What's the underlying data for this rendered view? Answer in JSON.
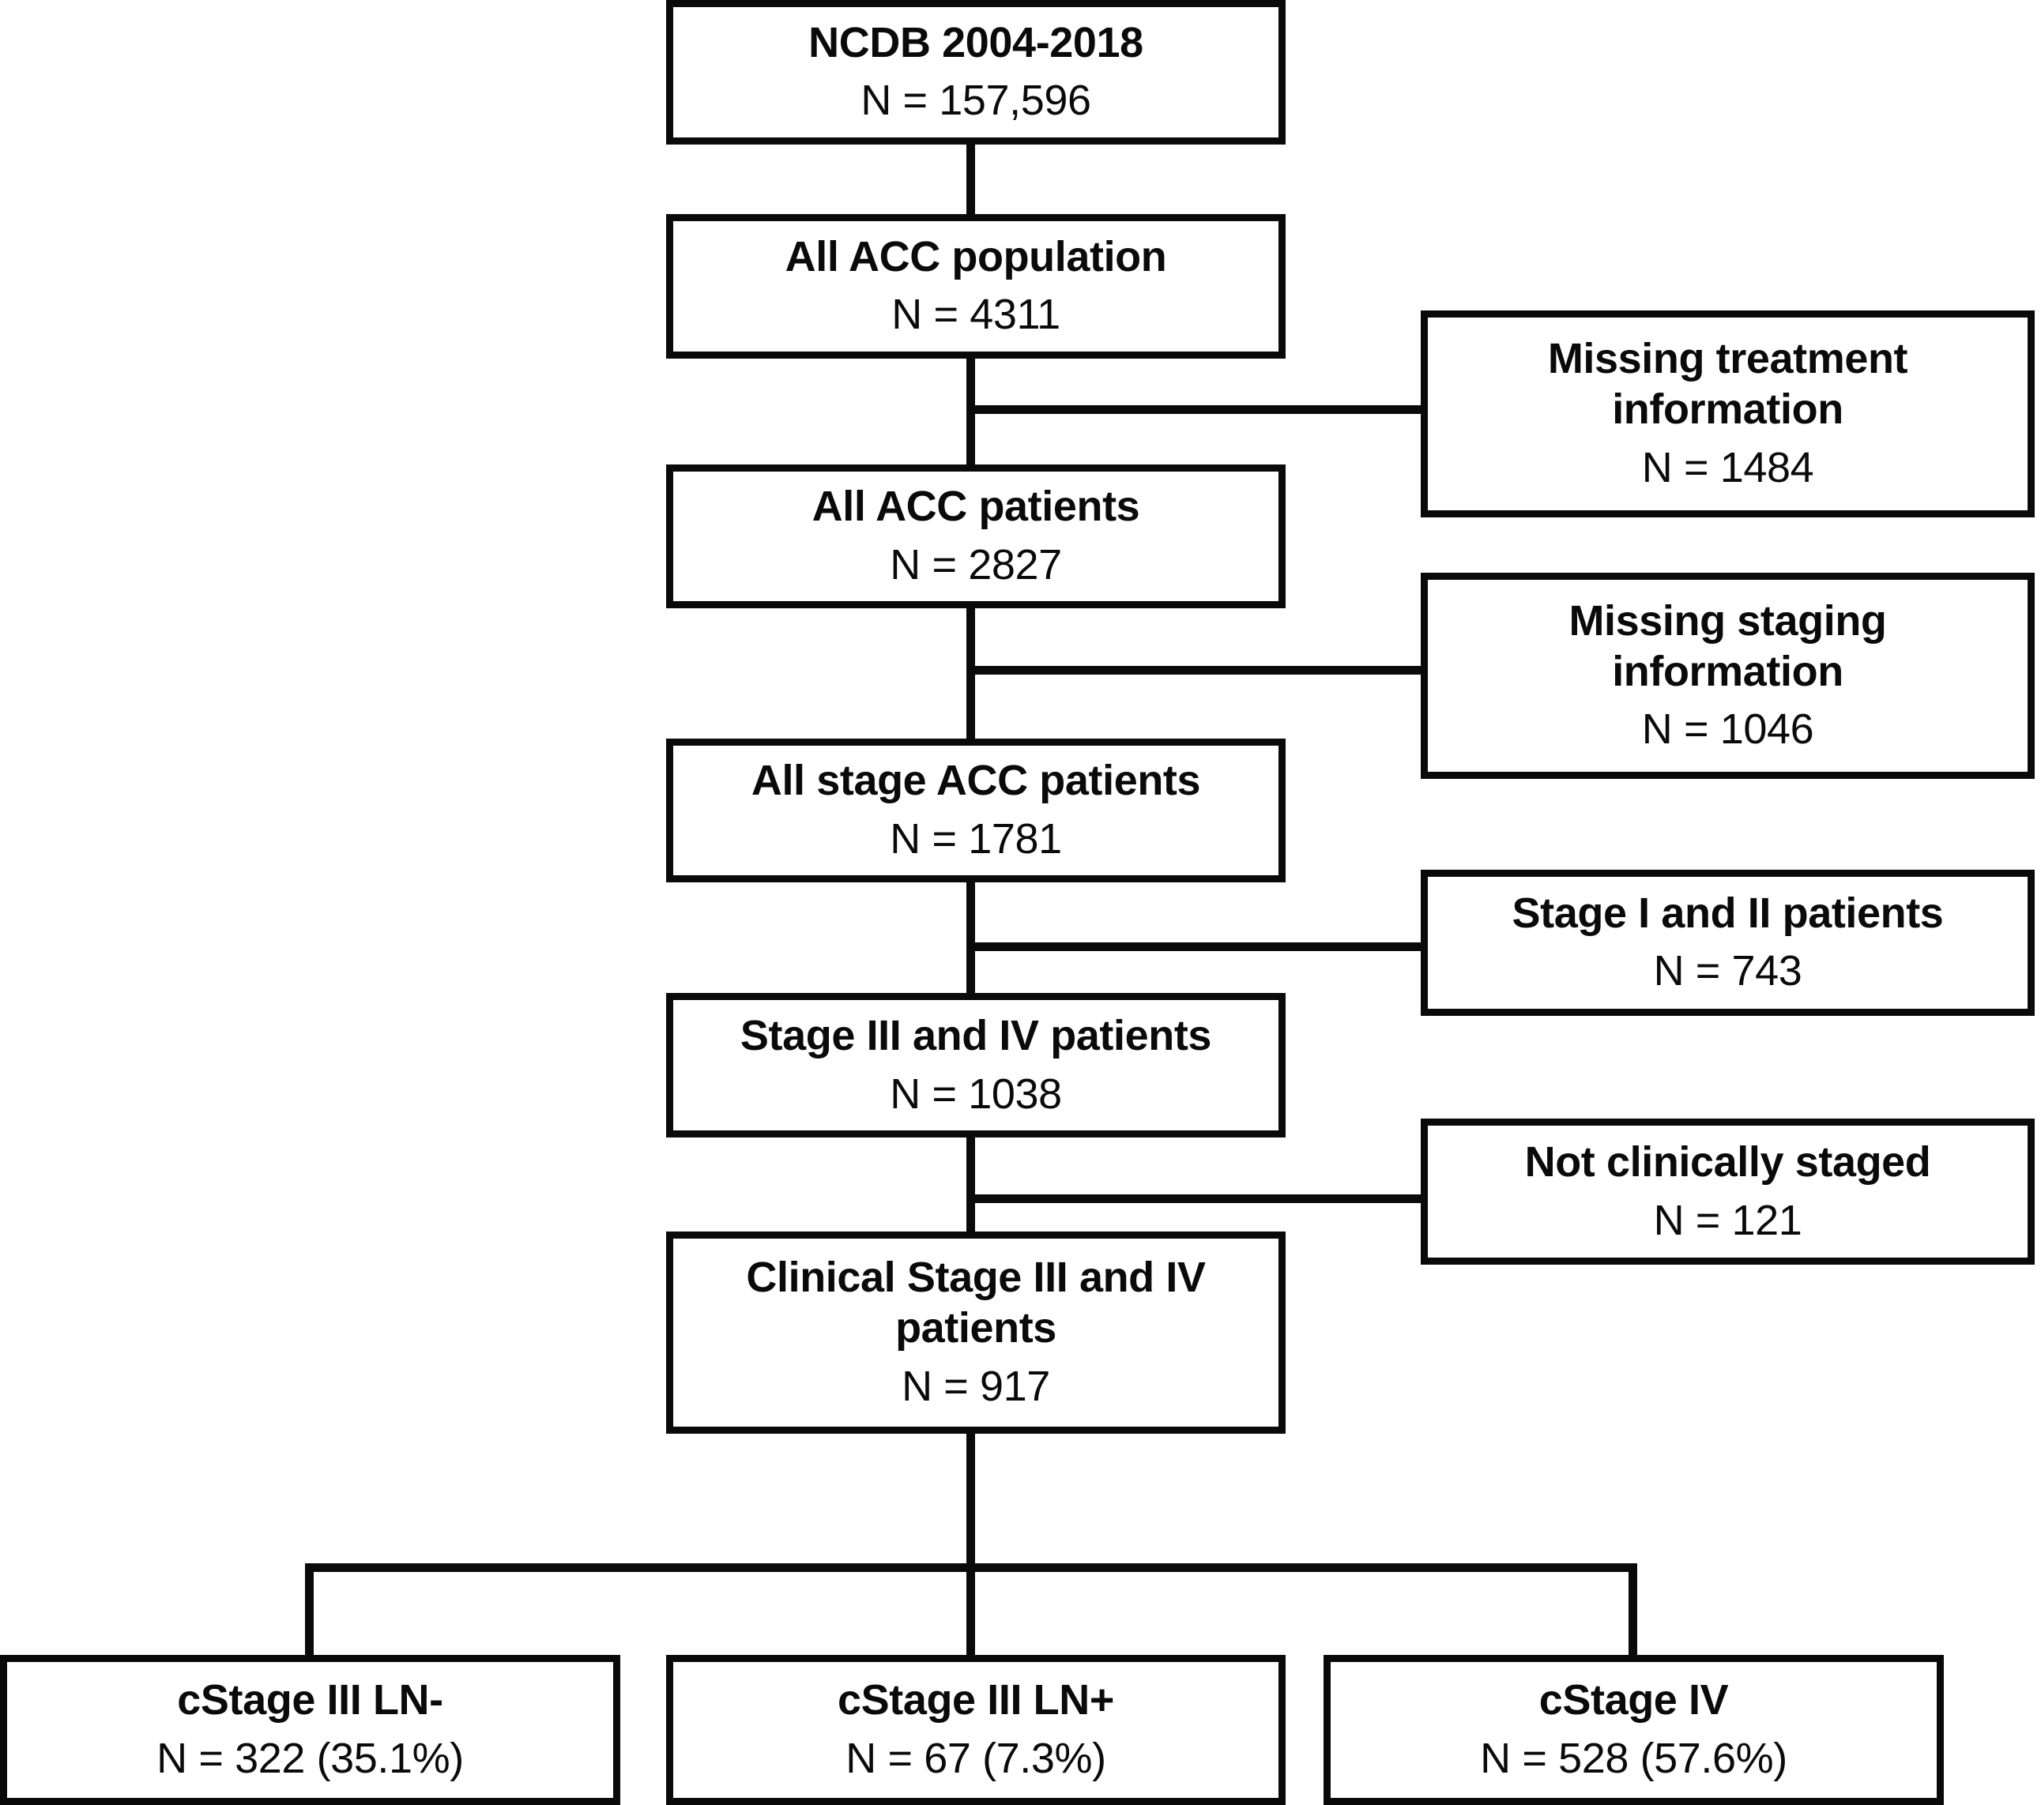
{
  "diagram": {
    "type": "flowchart",
    "orientation": "top-to-bottom",
    "description": "CONSORT-style patient selection flow diagram",
    "colors": {
      "box_border": "#0a0a0a",
      "box_fill": "#ffffff",
      "connector": "#0a0a0a",
      "text": "#0a0a0a",
      "background": "#ffffff"
    }
  },
  "main_flow": [
    {
      "id": "ncdb",
      "title": "NCDB 2004-2018",
      "count": "N = 157,596"
    },
    {
      "id": "all_acc_population",
      "title": "All ACC population",
      "count": "N = 4311"
    },
    {
      "id": "all_acc_patients",
      "title": "All ACC patients",
      "count": "N = 2827"
    },
    {
      "id": "all_stage_acc",
      "title": "All stage ACC patients",
      "count": "N = 1781"
    },
    {
      "id": "stage_3_4",
      "title": "Stage III and IV patients",
      "count": "N = 1038"
    },
    {
      "id": "clinical_stage_3_4",
      "title": "Clinical Stage III and IV patients",
      "count": "N = 917"
    }
  ],
  "exclusions": [
    {
      "id": "missing_treatment",
      "title": "Missing treatment information",
      "count": "N = 1484"
    },
    {
      "id": "missing_staging",
      "title": "Missing staging information",
      "count": "N = 1046"
    },
    {
      "id": "stage_1_2",
      "title": "Stage I and II patients",
      "count": "N = 743"
    },
    {
      "id": "not_clinically_staged",
      "title": "Not clinically staged",
      "count": "N = 121"
    }
  ],
  "outcomes": [
    {
      "id": "cstage_3_ln_neg",
      "title": "cStage III LN-",
      "count": "N = 322 (35.1%)",
      "n": 322,
      "percent": 35.1
    },
    {
      "id": "cstage_3_ln_pos",
      "title": "cStage III LN+",
      "count": "N = 67 (7.3%)",
      "n": 67,
      "percent": 7.3
    },
    {
      "id": "cstage_4",
      "title": "cStage IV",
      "count": "N = 528 (57.6%)",
      "n": 528,
      "percent": 57.6
    }
  ]
}
